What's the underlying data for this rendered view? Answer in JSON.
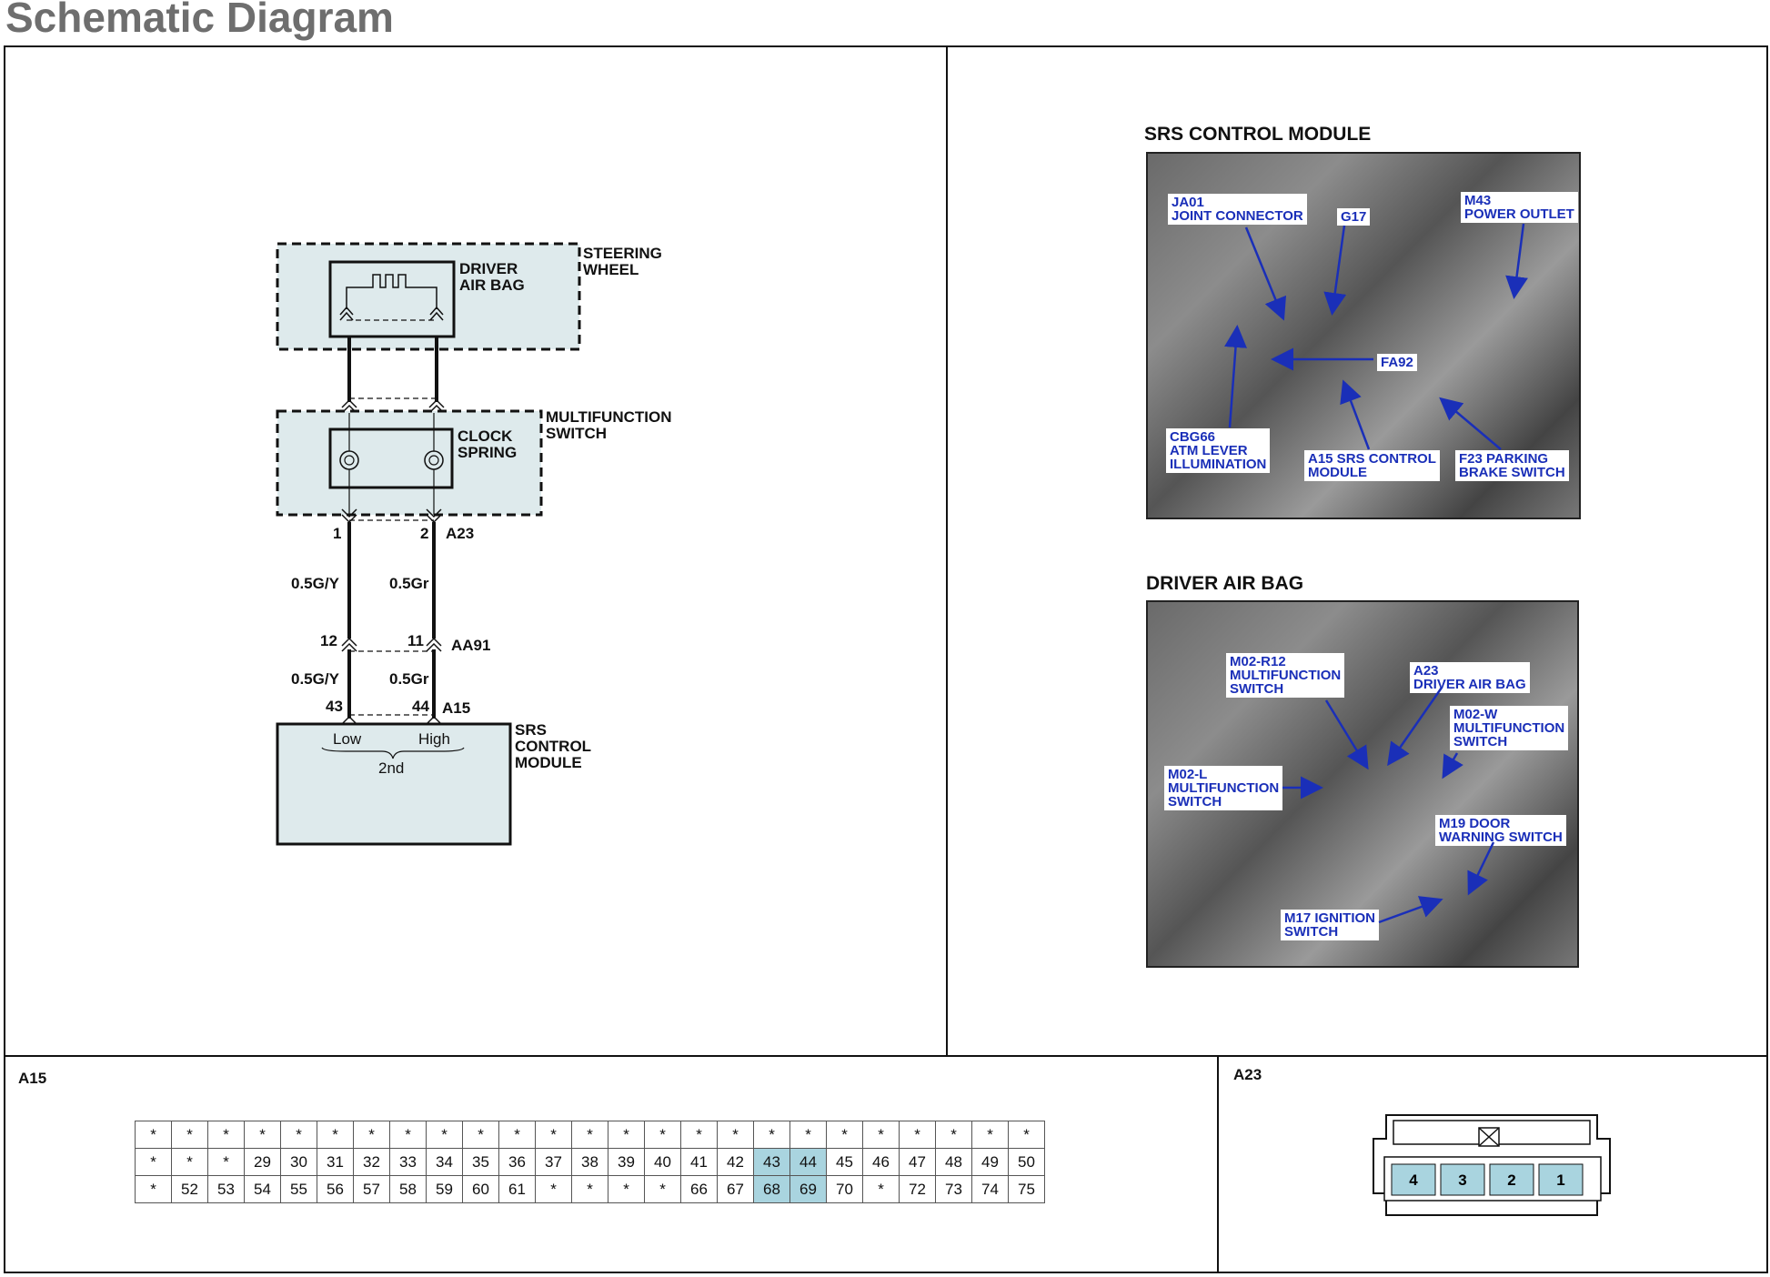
{
  "page": {
    "title": "Schematic Diagram"
  },
  "schematic": {
    "steering_wheel": "STEERING\nWHEEL",
    "driver_air_bag": "DRIVER\nAIR BAG",
    "multifunction_switch": "MULTIFUNCTION\nSWITCH",
    "clock_spring": "CLOCK\nSPRING",
    "srs_control_module": "SRS\nCONTROL\nMODULE",
    "pin_1": "1",
    "pin_2": "2",
    "conn_a23": "A23",
    "wire_left_upper": "0.5G/Y",
    "wire_right_upper": "0.5Gr",
    "pin_12": "12",
    "pin_11": "11",
    "conn_aa91": "AA91",
    "wire_left_lower": "0.5G/Y",
    "wire_right_lower": "0.5Gr",
    "pin_43": "43",
    "pin_44": "44",
    "conn_a15": "A15",
    "low": "Low",
    "high": "High",
    "second": "2nd"
  },
  "photos": {
    "srs": {
      "title": "SRS CONTROL MODULE",
      "callouts": [
        "JA01\nJOINT CONNECTOR",
        "G17",
        "M43\nPOWER OUTLET",
        "FA92",
        "CBG66\nATM LEVER\nILLUMINATION",
        "A15 SRS CONTROL\nMODULE",
        "F23 PARKING\nBRAKE SWITCH"
      ]
    },
    "dab": {
      "title": "DRIVER AIR BAG",
      "callouts": [
        "M02-R12\nMULTIFUNCTION\nSWITCH",
        "A23\nDRIVER AIR BAG",
        "M02-W\nMULTIFUNCTION\nSWITCH",
        "M02-L\nMULTIFUNCTION\nSWITCH",
        "M19 DOOR\nWARNING SWITCH",
        "M17 IGNITION\nSWITCH"
      ]
    }
  },
  "connectors": {
    "a15": {
      "name": "A15",
      "rows": [
        [
          "*",
          "*",
          "*",
          "*",
          "*",
          "*",
          "*",
          "*",
          "*",
          "*",
          "*",
          "*",
          "*",
          "*",
          "*",
          "*",
          "*",
          "*",
          "*",
          "*",
          "*",
          "*",
          "*",
          "*",
          "*"
        ],
        [
          "*",
          "*",
          "*",
          "29",
          "30",
          "31",
          "32",
          "33",
          "34",
          "35",
          "36",
          "37",
          "38",
          "39",
          "40",
          "41",
          "42",
          "43",
          "44",
          "45",
          "46",
          "47",
          "48",
          "49",
          "50"
        ],
        [
          "*",
          "52",
          "53",
          "54",
          "55",
          "56",
          "57",
          "58",
          "59",
          "60",
          "61",
          "*",
          "*",
          "*",
          "*",
          "66",
          "67",
          "68",
          "69",
          "70",
          "*",
          "72",
          "73",
          "74",
          "75"
        ]
      ],
      "highlighted": [
        "43",
        "44",
        "68",
        "69"
      ]
    },
    "a23": {
      "name": "A23",
      "pins": [
        "4",
        "3",
        "2",
        "1"
      ]
    }
  }
}
